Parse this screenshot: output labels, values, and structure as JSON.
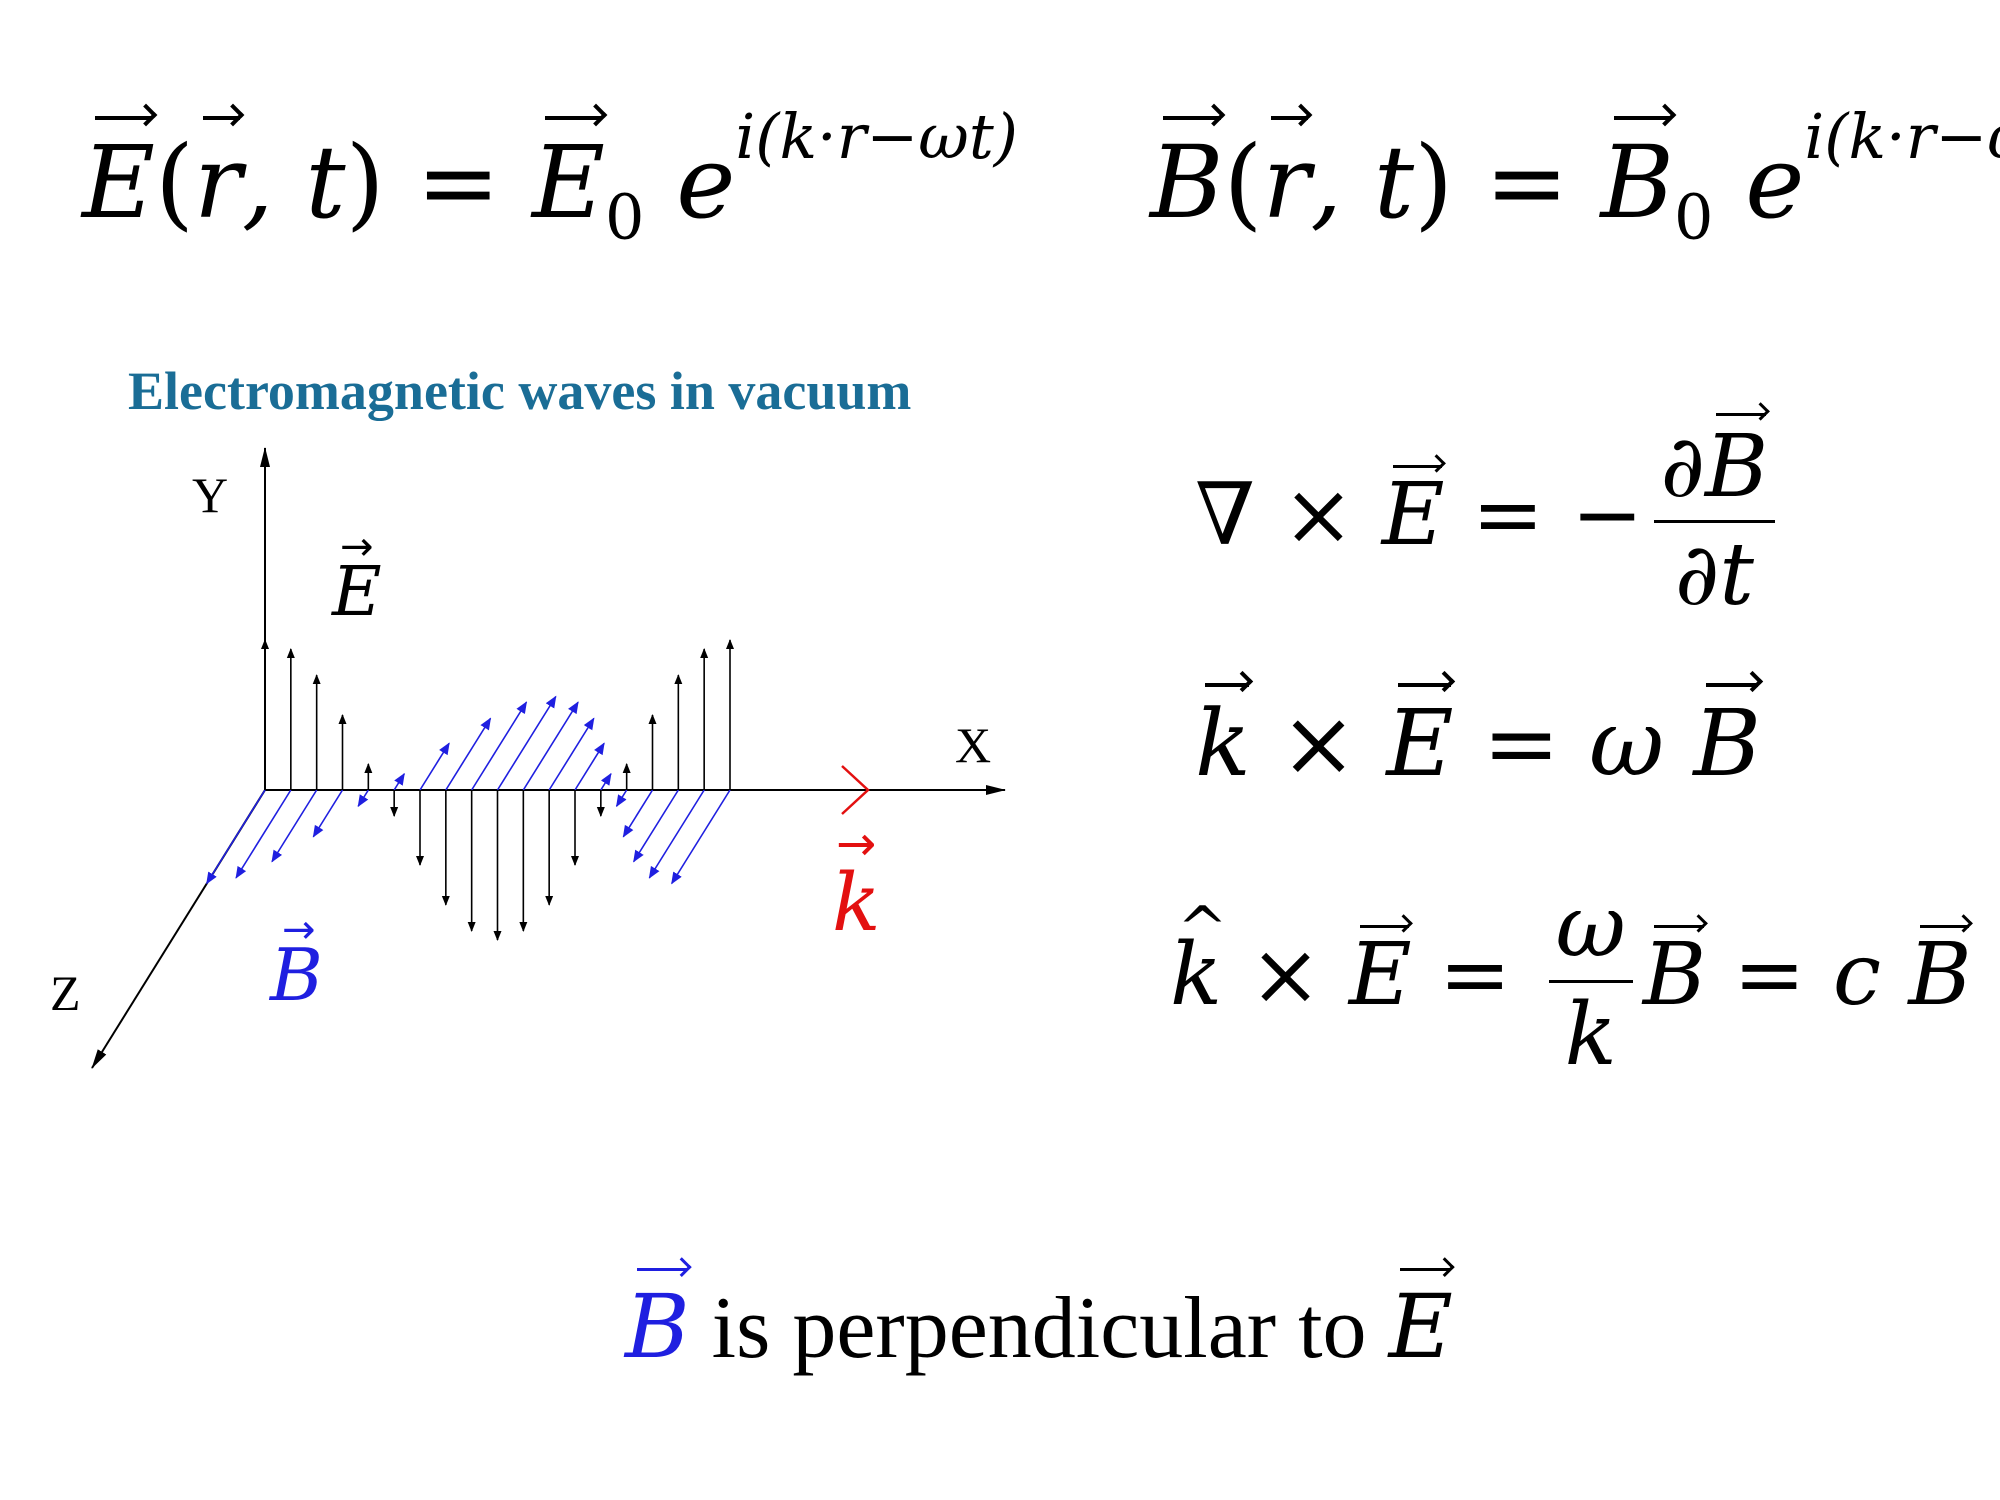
{
  "equations": {
    "e_field_lhs": "E(r, t)",
    "e_field_rhs": "E",
    "e_field_sub": "0",
    "e_field_exp_base": "e",
    "e_field_exp": "i(k·r−ωt)",
    "b_field_lhs": "B(r, t)",
    "b_field_rhs": "B",
    "b_field_sub": "0",
    "b_field_exp_base": "e",
    "b_field_exp": "i(k·r−ωt)",
    "curl_lhs": "∇ × E = −",
    "curl_num": "∂B",
    "curl_den": "∂t",
    "cross_lhs": "k × E = ω B",
    "unit_cross_lhs": "k × E =",
    "unit_cross_num": "ω",
    "unit_cross_den": "k",
    "unit_cross_rhs": "B = c B"
  },
  "diagram": {
    "title": "Electromagnetic waves in vacuum",
    "axis_x": "X",
    "axis_y": "Y",
    "axis_z": "Z",
    "e_label": "E",
    "b_label": "B",
    "k_label": "k",
    "colors": {
      "electric": "#000000",
      "magnetic": "#1f1fe0",
      "wave_vector": "#e31010",
      "title": "#1a6d96"
    }
  },
  "caption": {
    "b_symbol": "B",
    "text": "is perpendicular to",
    "e_symbol": "E"
  }
}
